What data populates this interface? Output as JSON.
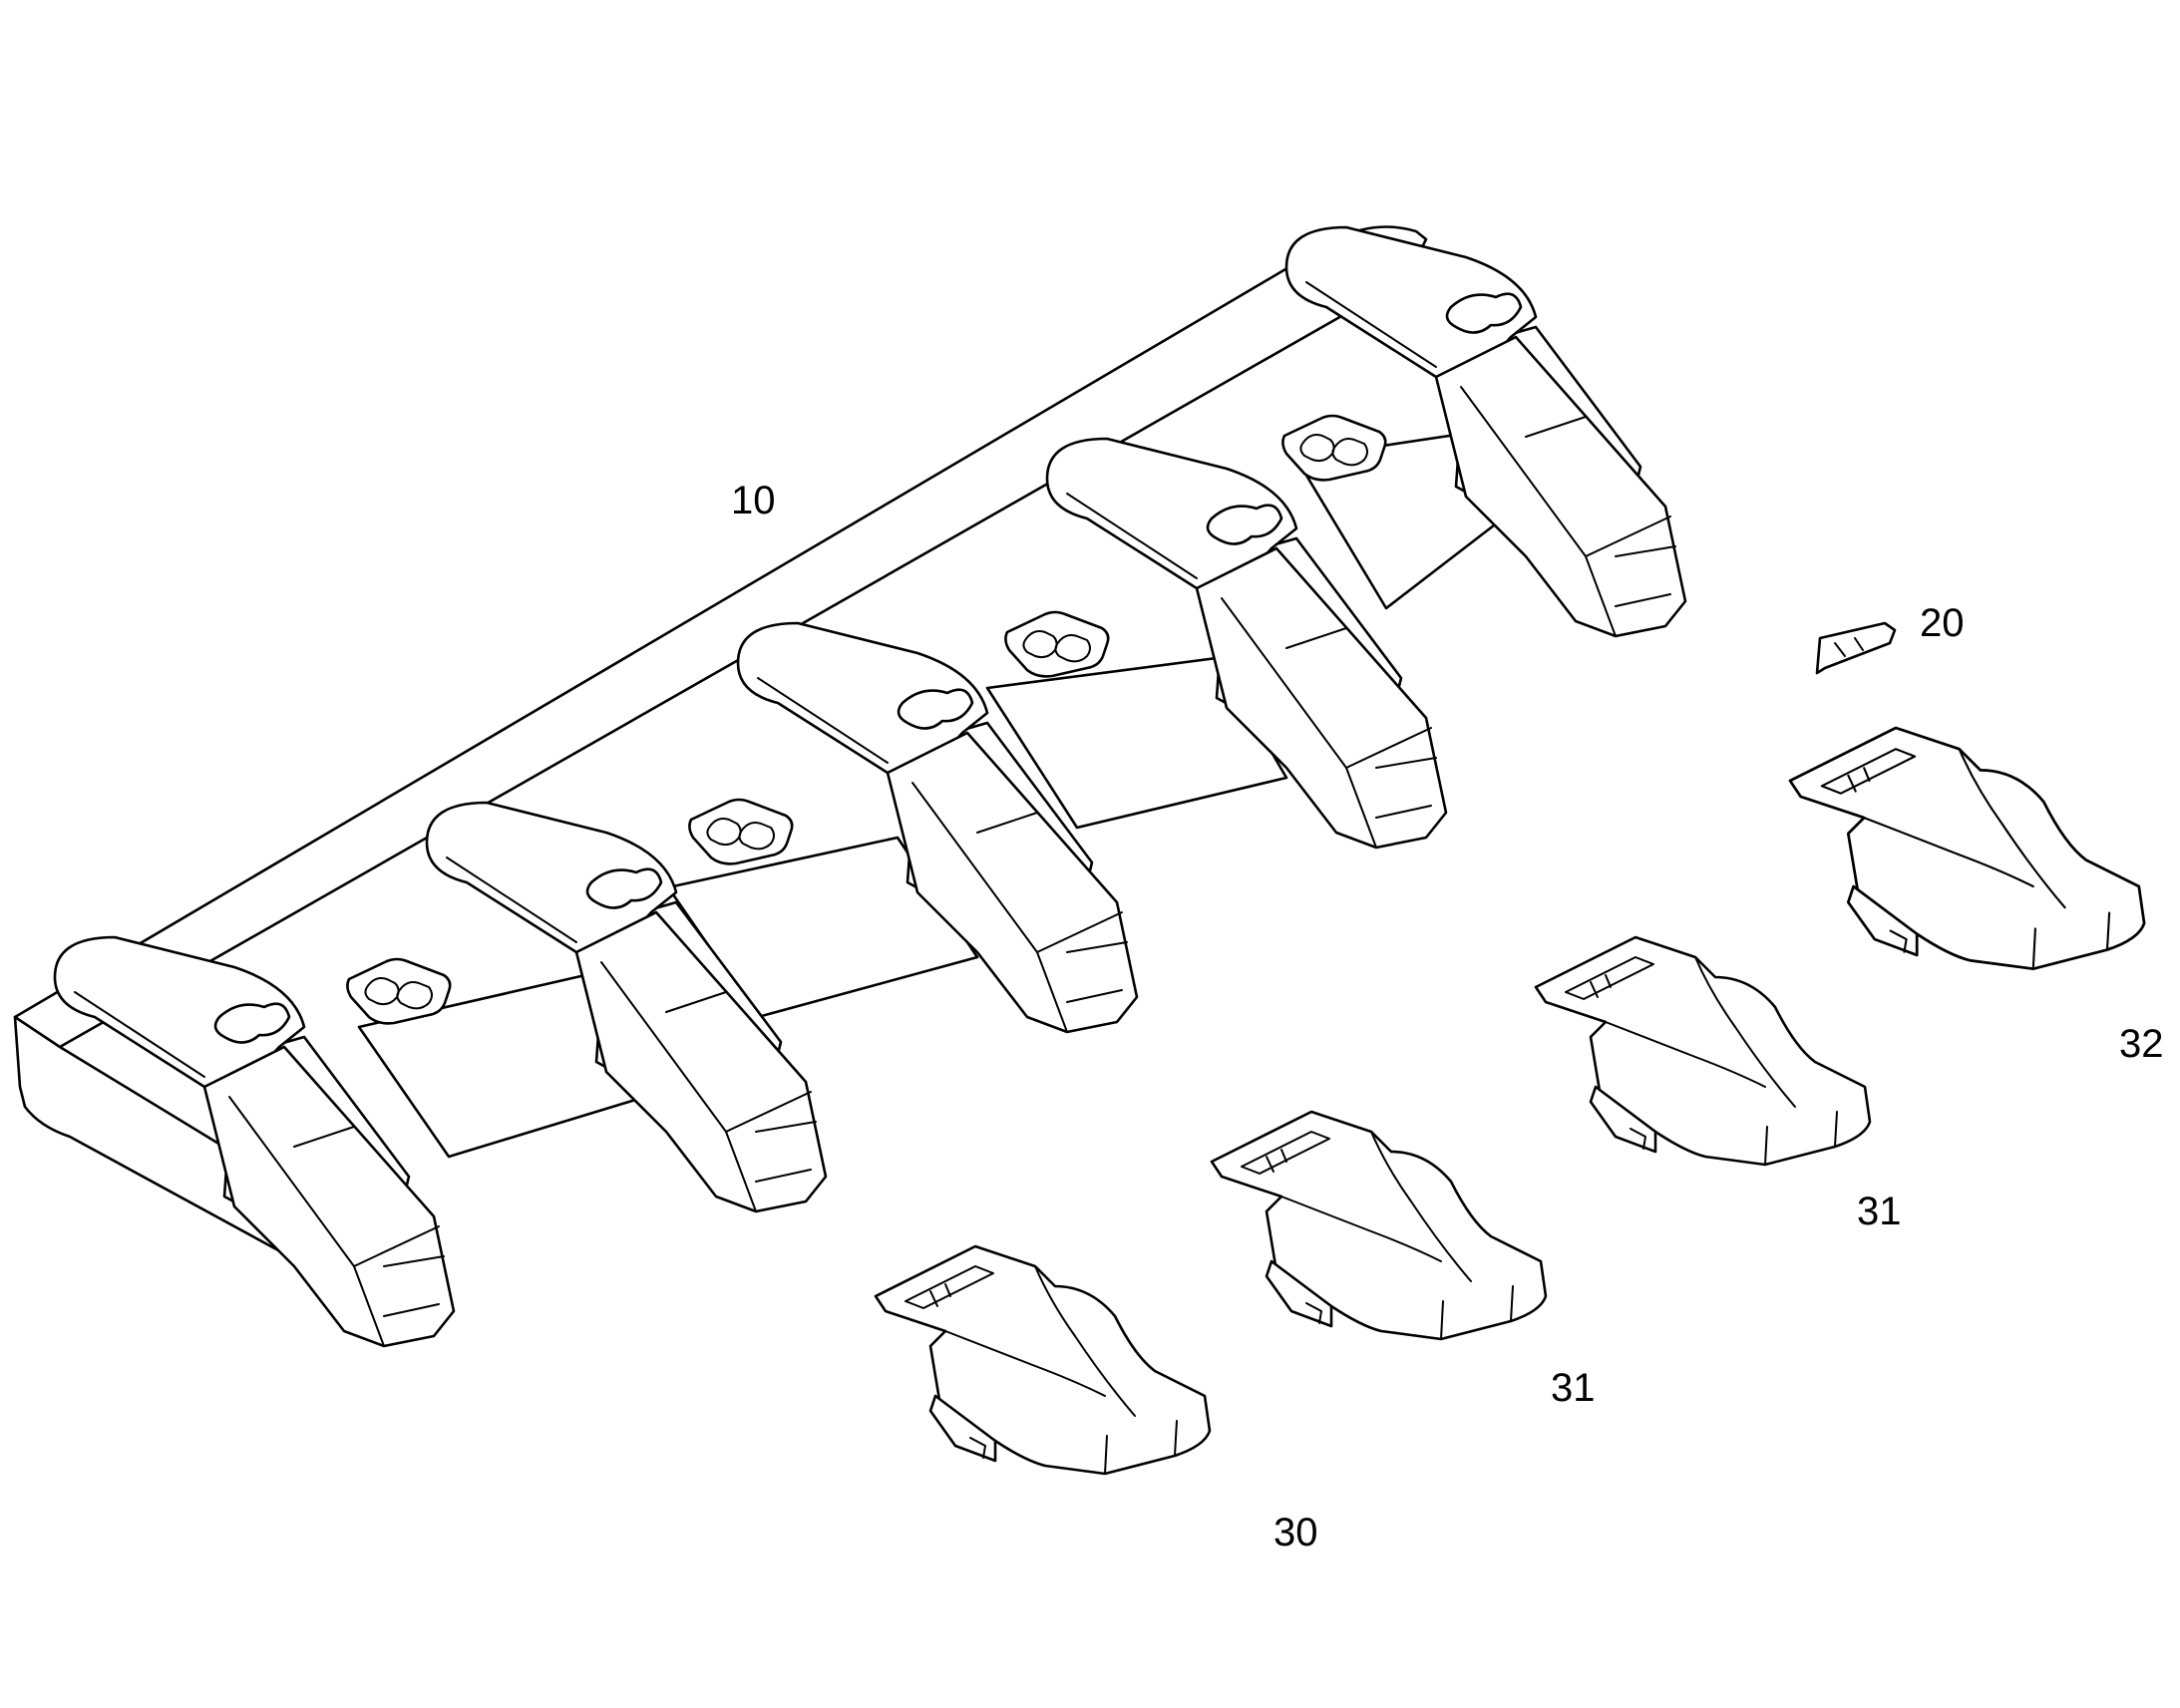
{
  "callouts": [
    {
      "id": "callout-10",
      "text": "10"
    },
    {
      "id": "callout-20",
      "text": "20"
    },
    {
      "id": "callout-30",
      "text": "30"
    },
    {
      "id": "callout-31a",
      "text": "31"
    },
    {
      "id": "callout-31b",
      "text": "31"
    },
    {
      "id": "callout-32",
      "text": "32"
    }
  ],
  "colors": {
    "line": "#000000",
    "background": "#ffffff"
  }
}
